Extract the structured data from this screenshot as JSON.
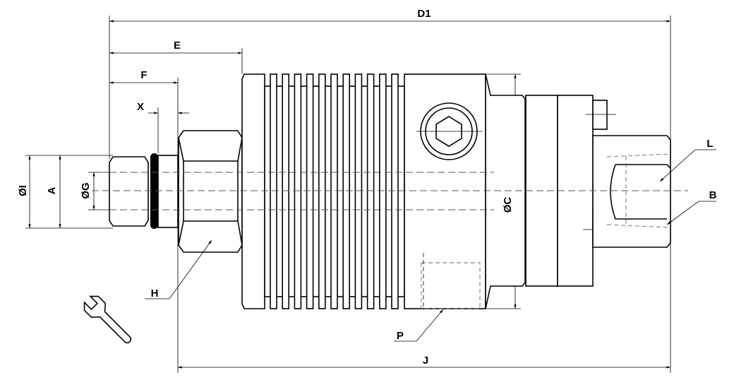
{
  "drawing": {
    "title": "Rotary union technical drawing",
    "dimensions": {
      "overall_length": "D1",
      "length_to_body": "E",
      "thread_length": "F",
      "oring_length": "X",
      "length_from_hex": "J",
      "diameter_outer": "ØI",
      "thread_size": "A",
      "bore_diameter": "ØG",
      "body_diameter": "ØC"
    },
    "callouts": {
      "hex_wrench": "H",
      "outlet_port": "L",
      "mounting_thread": "B",
      "drain_port": "P"
    },
    "icons": [
      "wrench-icon",
      "hex-socket-icon"
    ]
  }
}
